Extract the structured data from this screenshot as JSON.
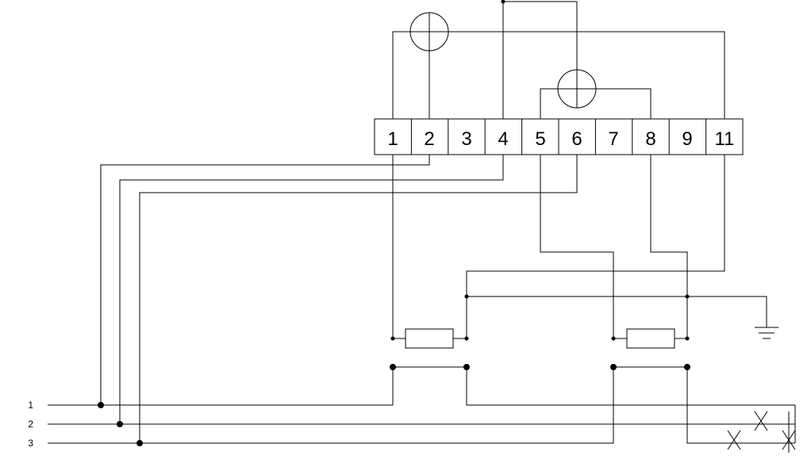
{
  "terminal_block": {
    "terminals": [
      "1",
      "2",
      "3",
      "4",
      "5",
      "6",
      "7",
      "8",
      "9",
      "11"
    ]
  },
  "supply_lines": {
    "labels": [
      "1",
      "2",
      "3"
    ]
  },
  "colors": {
    "ink": "#000000",
    "background": "#ffffff"
  },
  "icons": {
    "meter": "circle-plus-icon",
    "resistor": "resistor-icon",
    "ground": "ground-icon",
    "switch": "cross-icon"
  }
}
